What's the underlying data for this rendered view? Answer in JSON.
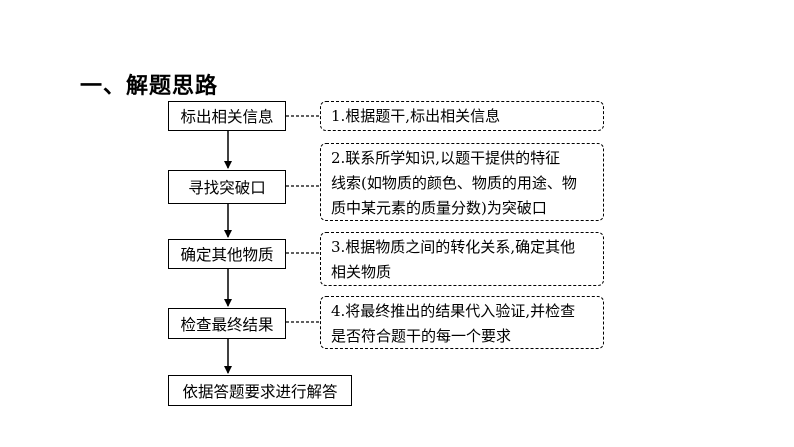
{
  "heading": "一、解题思路",
  "steps": [
    "标出相关信息",
    "寻找突破口",
    "确定其他物质",
    "检查最终结果",
    "依据答题要求进行解答"
  ],
  "notes": [
    [
      "1.根据题干,标出相关信息"
    ],
    [
      "2.联系所学知识,以题干提供的特征",
      "线索(如物质的颜色、物质的用途、物",
      "质中某元素的质量分数)为突破口"
    ],
    [
      "3.根据物质之间的转化关系,确定其他",
      "相关物质"
    ],
    [
      "4.将最终推出的结果代入验证,并检查",
      "是否符合题干的每一个要求"
    ]
  ]
}
